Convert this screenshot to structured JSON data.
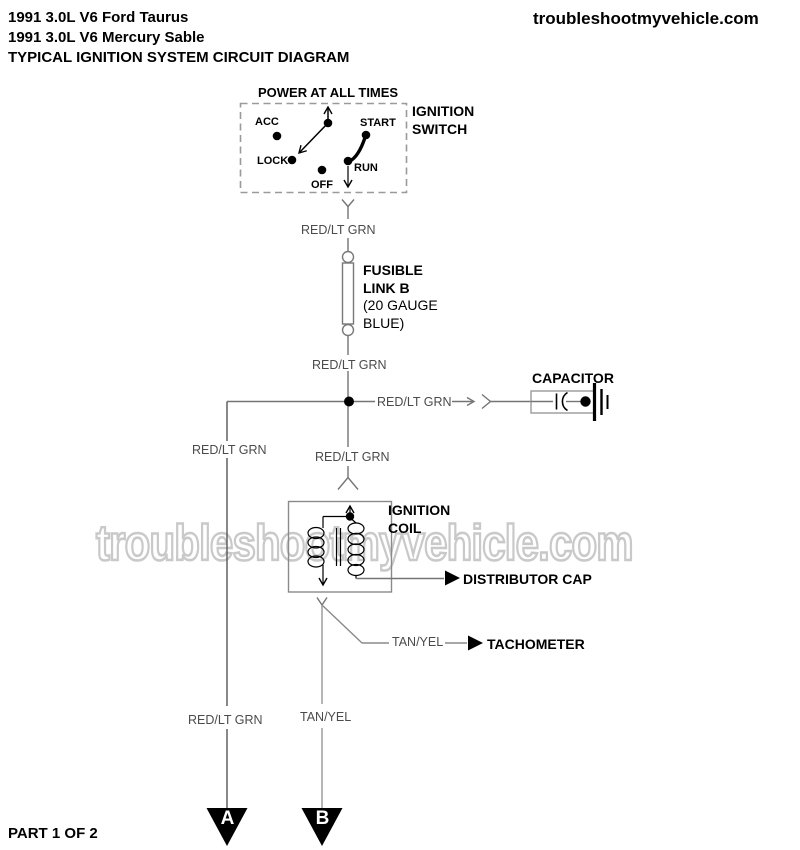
{
  "header": {
    "title_line1": "1991 3.0L V6 Ford Taurus",
    "title_line2": "1991 3.0L V6 Mercury Sable",
    "title_line3": "TYPICAL IGNITION SYSTEM CIRCUIT DIAGRAM",
    "website": "troubleshootmyvehicle.com"
  },
  "watermark": "troubleshootmyvehicle.com",
  "footer": {
    "part_label": "PART 1 OF 2"
  },
  "ignition_switch": {
    "power_label": "POWER AT ALL TIMES",
    "name_line1": "IGNITION",
    "name_line2": "SWITCH",
    "positions": {
      "acc": "ACC",
      "lock": "LOCK",
      "off": "OFF",
      "run": "RUN",
      "start": "START"
    }
  },
  "fusible_link": {
    "line1": "FUSIBLE",
    "line2": "LINK B",
    "line3": "(20 GAUGE",
    "line4": "BLUE)"
  },
  "capacitor": {
    "label": "CAPACITOR"
  },
  "ignition_coil": {
    "name_line1": "IGNITION",
    "name_line2": "COIL"
  },
  "distributor_cap": {
    "label": "DISTRIBUTOR CAP"
  },
  "tachometer": {
    "label": "TACHOMETER"
  },
  "wire_labels": {
    "switch_output": "RED/LT GRN",
    "link_output": "RED/LT GRN",
    "coil_feed": "RED/LT GRN",
    "capacitor_feed": "RED/LT GRN",
    "left_branch": "RED/LT GRN",
    "left_branch_bottom": "RED/LT GRN",
    "tach_wire": "TAN/YEL",
    "coil_output_bottom": "TAN/YEL"
  },
  "connectors": {
    "a": "A",
    "b": "B"
  },
  "colors": {
    "wire_gray": "#757575",
    "watermark_gray": "#c9c9c9",
    "black": "#000000"
  }
}
